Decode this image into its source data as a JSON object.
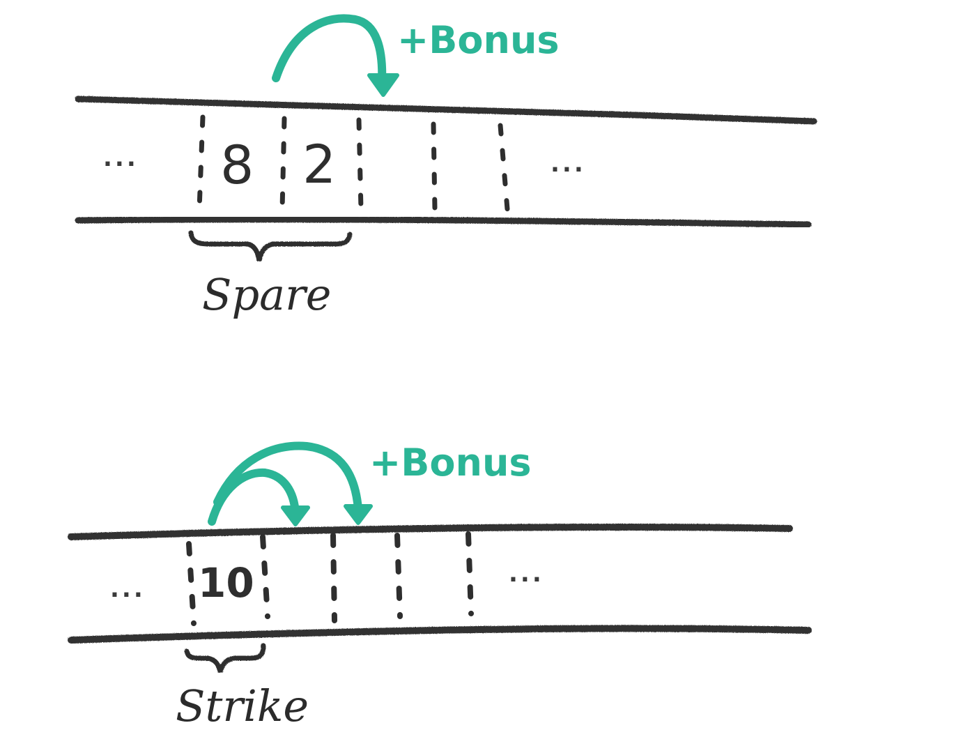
{
  "colors": {
    "ink": "#2e2e2e",
    "accent": "#2bb596"
  },
  "spare_diagram": {
    "ellipsis_left": "...",
    "ellipsis_right": "...",
    "rolls": [
      "8",
      "2"
    ],
    "bonus_label": "+Bonus",
    "brace_label": "Spare"
  },
  "strike_diagram": {
    "ellipsis_left": "...",
    "ellipsis_right": "...",
    "rolls": [
      "10"
    ],
    "bonus_label": "+Bonus",
    "brace_label": "Strike"
  }
}
